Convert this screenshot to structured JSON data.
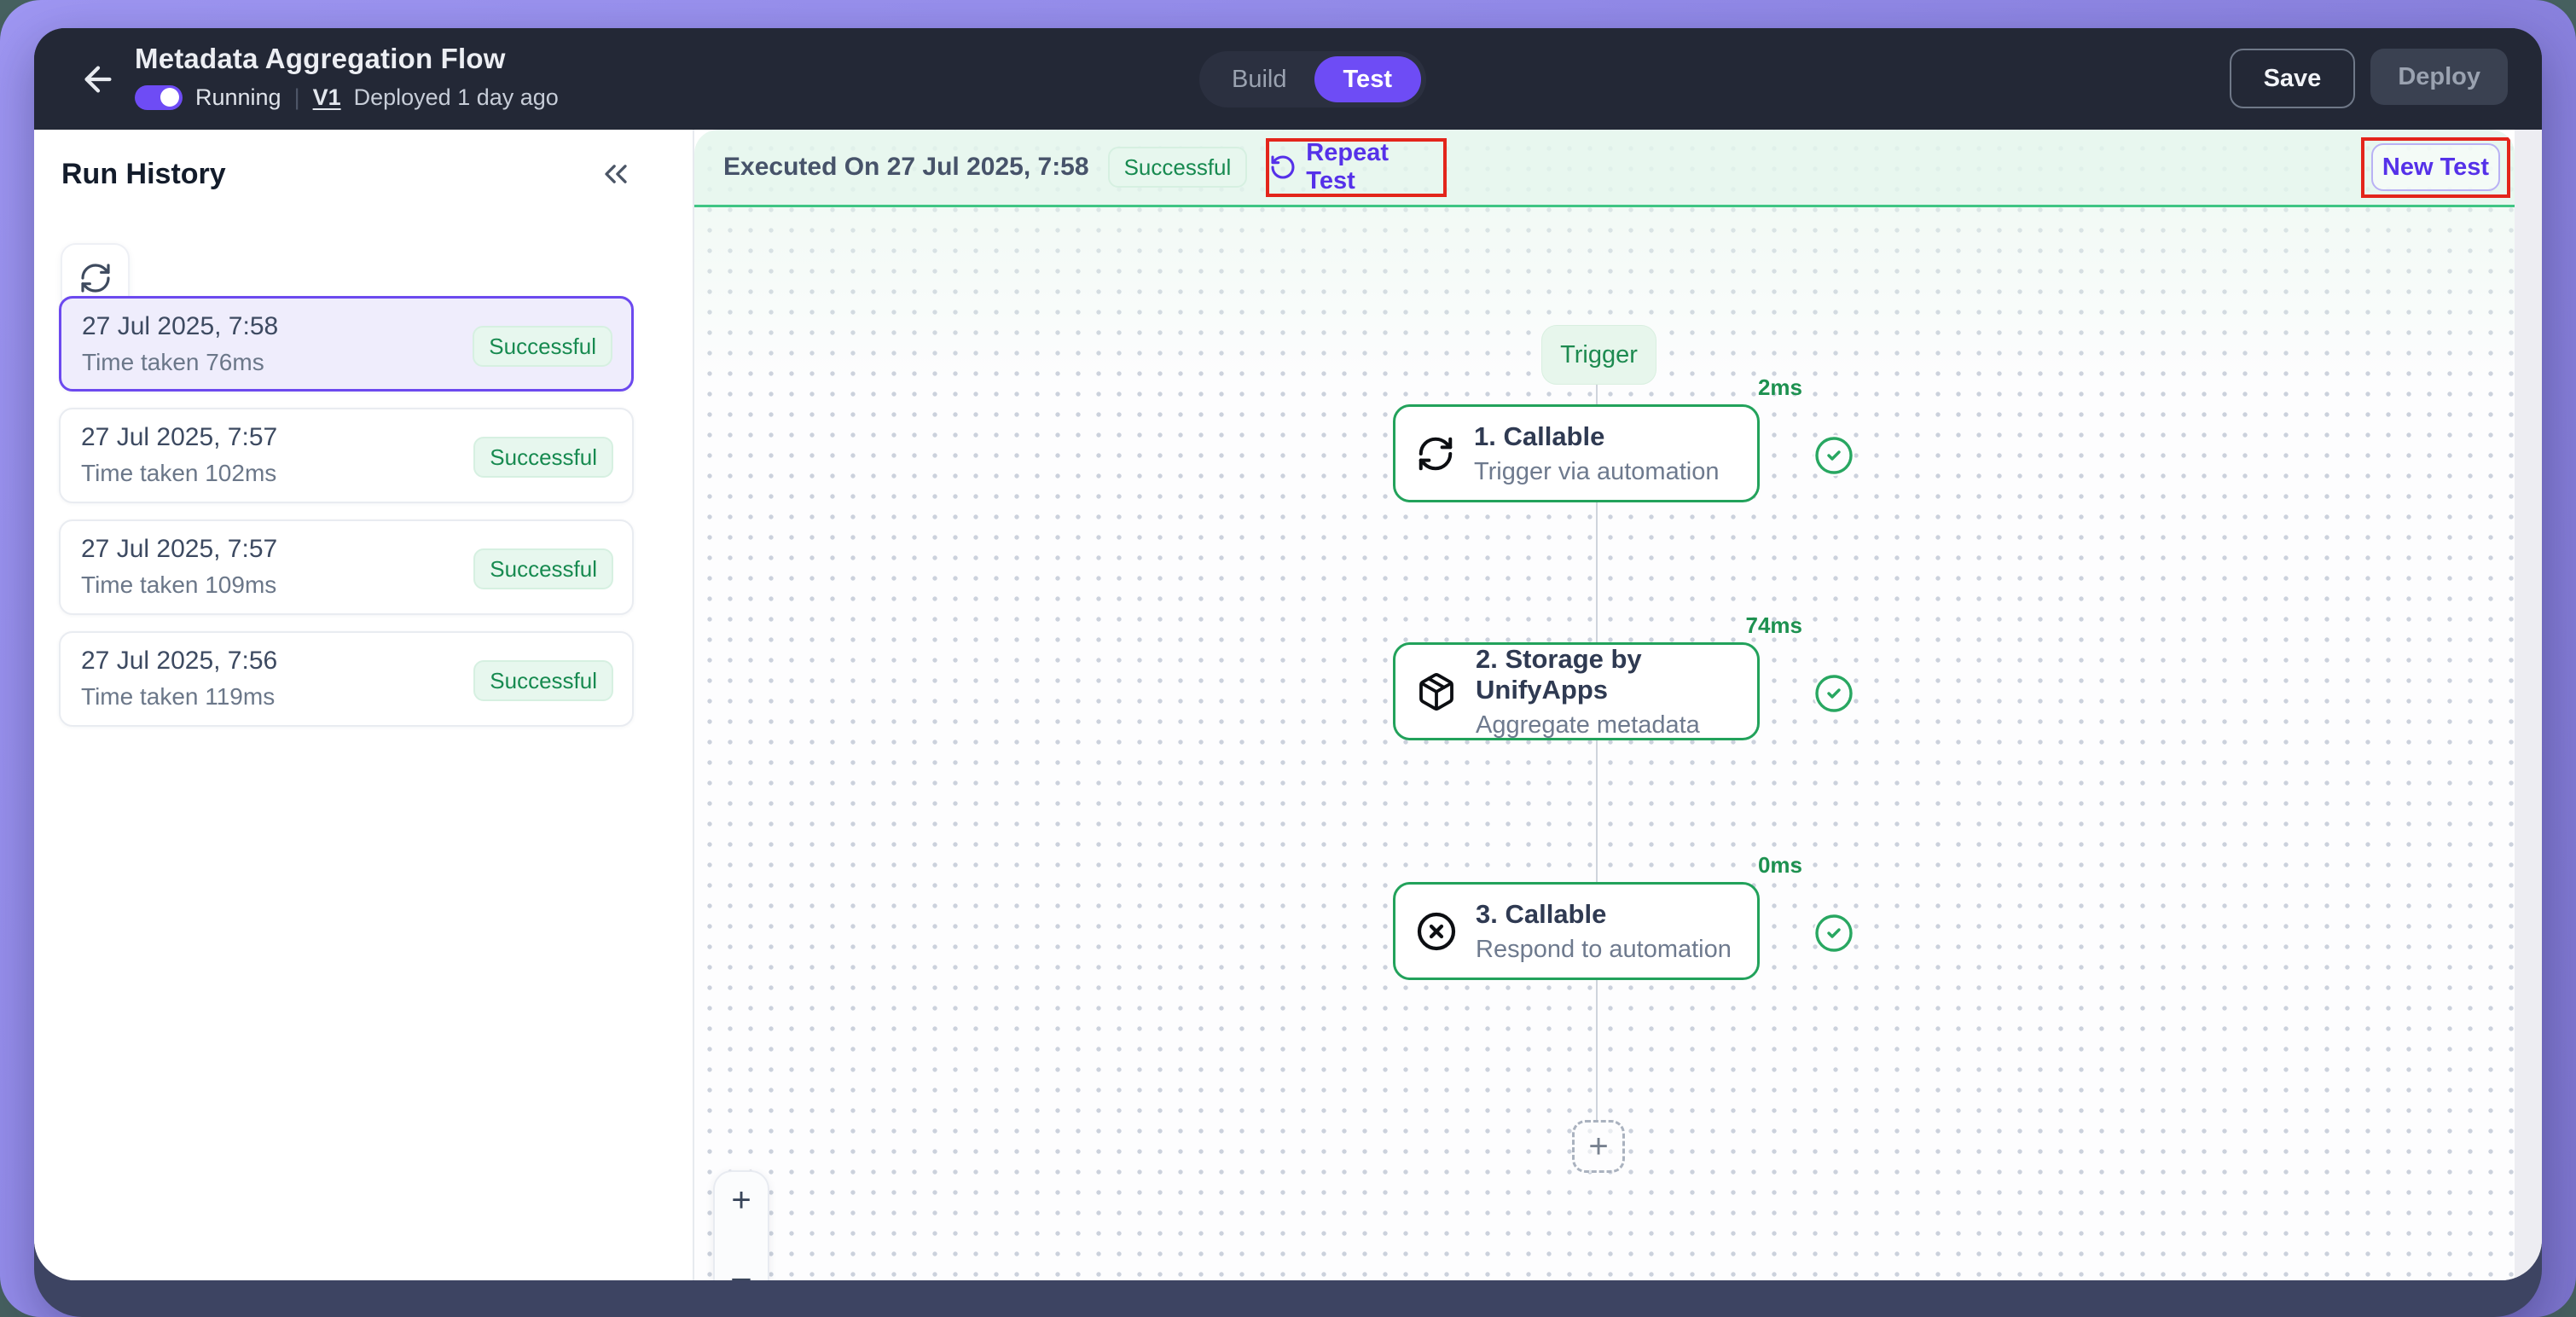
{
  "header": {
    "title": "Metadata Aggregation Flow",
    "status_label": "Running",
    "version": "V1",
    "deployed": "Deployed 1 day ago",
    "tabs": {
      "build": "Build",
      "test": "Test"
    },
    "save": "Save",
    "deploy": "Deploy"
  },
  "sidebar": {
    "title": "Run History",
    "runs": [
      {
        "date": "27 Jul 2025, 7:58",
        "time_taken": "Time taken 76ms",
        "status": "Successful",
        "selected": true
      },
      {
        "date": "27 Jul 2025, 7:57",
        "time_taken": "Time taken 102ms",
        "status": "Successful",
        "selected": false
      },
      {
        "date": "27 Jul 2025, 7:57",
        "time_taken": "Time taken 109ms",
        "status": "Successful",
        "selected": false
      },
      {
        "date": "27 Jul 2025, 7:56",
        "time_taken": "Time taken 119ms",
        "status": "Successful",
        "selected": false
      }
    ]
  },
  "canvas": {
    "executed_on": "Executed On 27 Jul 2025, 7:58",
    "status": "Successful",
    "repeat_test": "Repeat Test",
    "new_test": "New Test",
    "trigger": "Trigger",
    "nodes": [
      {
        "title": "1. Callable",
        "subtitle": "Trigger via automation",
        "duration": "2ms",
        "icon": "sync-icon"
      },
      {
        "title": "2. Storage by UnifyApps",
        "subtitle": "Aggregate metadata",
        "duration": "74ms",
        "icon": "package-icon"
      },
      {
        "title": "3. Callable",
        "subtitle": "Respond to automation",
        "duration": "0ms",
        "icon": "circle-x-icon"
      }
    ],
    "zoom_in": "+",
    "zoom_out": "−"
  },
  "colors": {
    "accent_purple": "#6e4cf5",
    "link_purple": "#5531e9",
    "success_green": "#1d8a50",
    "node_border_green": "#22a25b",
    "annotation_red": "#e3251b",
    "titlebar_navy": "#232836",
    "desktop_purple": "#938bea"
  }
}
